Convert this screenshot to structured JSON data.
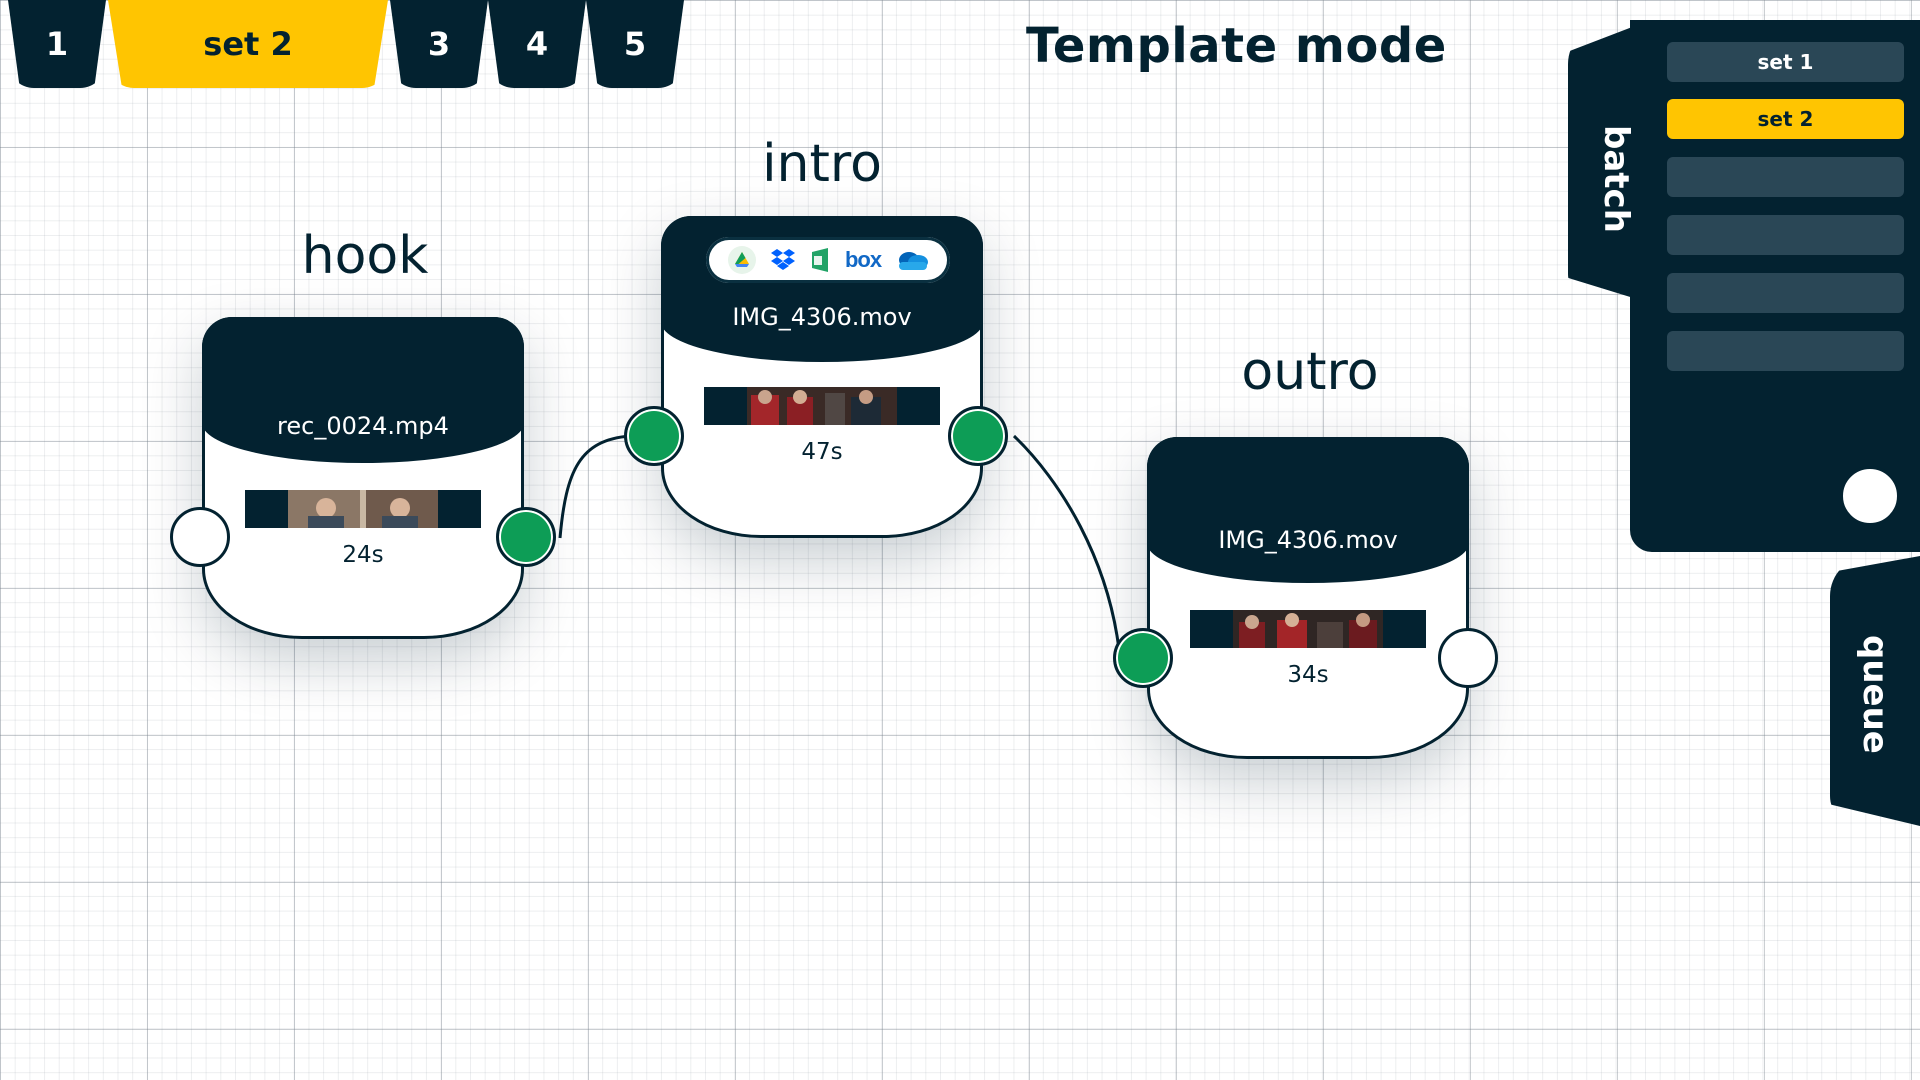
{
  "tabs": [
    {
      "label": "1",
      "active": false
    },
    {
      "label": "set 2",
      "active": true
    },
    {
      "label": "3",
      "active": false
    },
    {
      "label": "4",
      "active": false
    },
    {
      "label": "5",
      "active": false
    }
  ],
  "mode_title": "Template mode",
  "nodes": {
    "hook": {
      "label": "hook",
      "file": "rec_0024.mp4",
      "duration": "24s"
    },
    "intro": {
      "label": "intro",
      "file": "IMG_4306.mov",
      "duration": "47s",
      "sources": [
        "google-drive-icon",
        "dropbox-icon",
        "sharepoint-icon",
        "box-icon",
        "onedrive-icon"
      ],
      "box_text": "box"
    },
    "outro": {
      "label": "outro",
      "file": "IMG_4306.mov",
      "duration": "34s"
    }
  },
  "batch": {
    "title": "batch",
    "items": [
      "set 1",
      "set 2",
      "",
      "",
      "",
      ""
    ],
    "active_index": 1
  },
  "queue": {
    "title": "queue"
  },
  "colors": {
    "navy": "#032230",
    "yellow": "#FFC501",
    "green": "#0d9d56",
    "slot": "#2a4756"
  }
}
